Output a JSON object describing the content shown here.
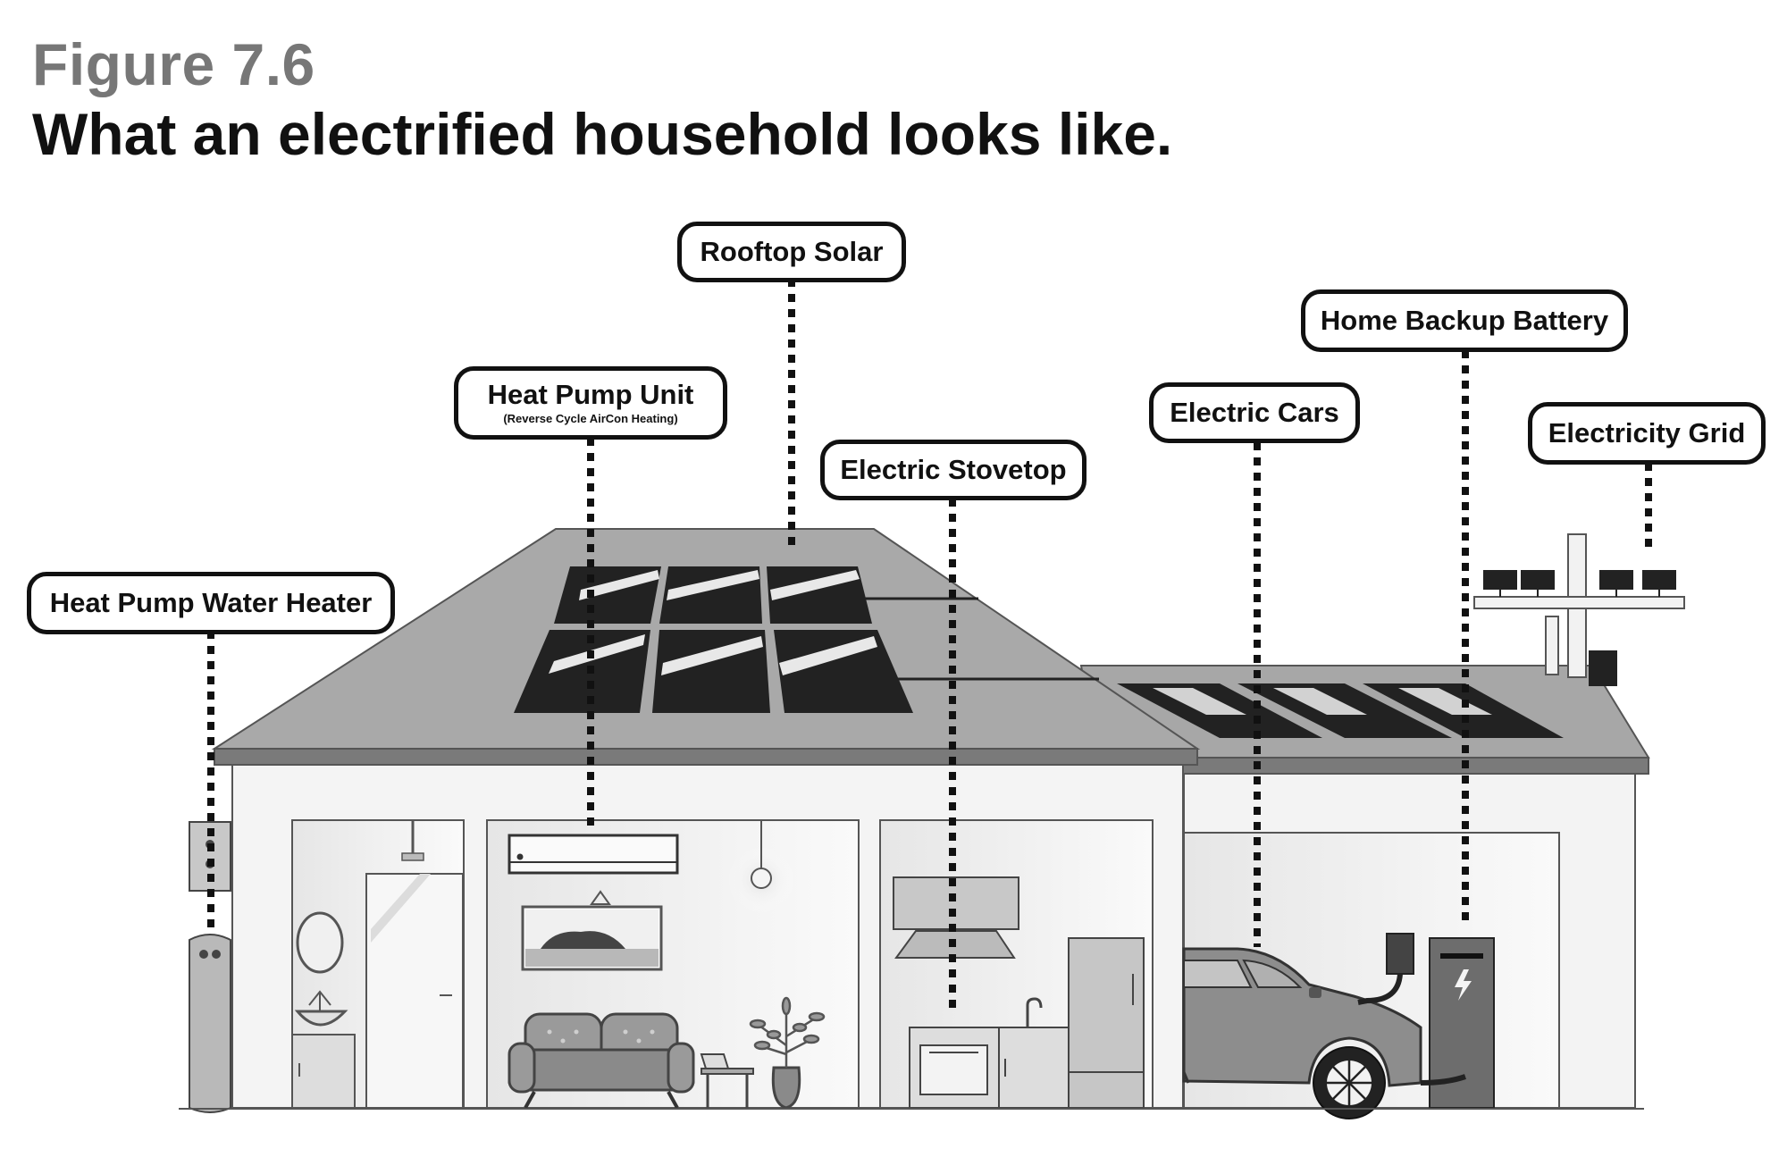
{
  "figure": {
    "number": "Figure 7.6",
    "title": "What an electrified household looks like."
  },
  "callouts": {
    "rooftop_solar": {
      "label": "Rooftop Solar"
    },
    "heat_pump_unit": {
      "label": "Heat Pump Unit",
      "sub": "(Reverse Cycle AirCon Heating)"
    },
    "electric_stovetop": {
      "label": "Electric Stovetop"
    },
    "electric_cars": {
      "label": "Electric Cars"
    },
    "home_backup_battery": {
      "label": "Home Backup Battery"
    },
    "electricity_grid": {
      "label": "Electricity Grid"
    },
    "heat_pump_water_heater": {
      "label": "Heat Pump Water Heater"
    }
  },
  "colors": {
    "outline": "#111111",
    "roof": "#a9a9a9",
    "roof_trim": "#7a7a7a",
    "solar_panel": "#222222",
    "wall": "#f1f1f1",
    "car": "#8c8c8c"
  }
}
